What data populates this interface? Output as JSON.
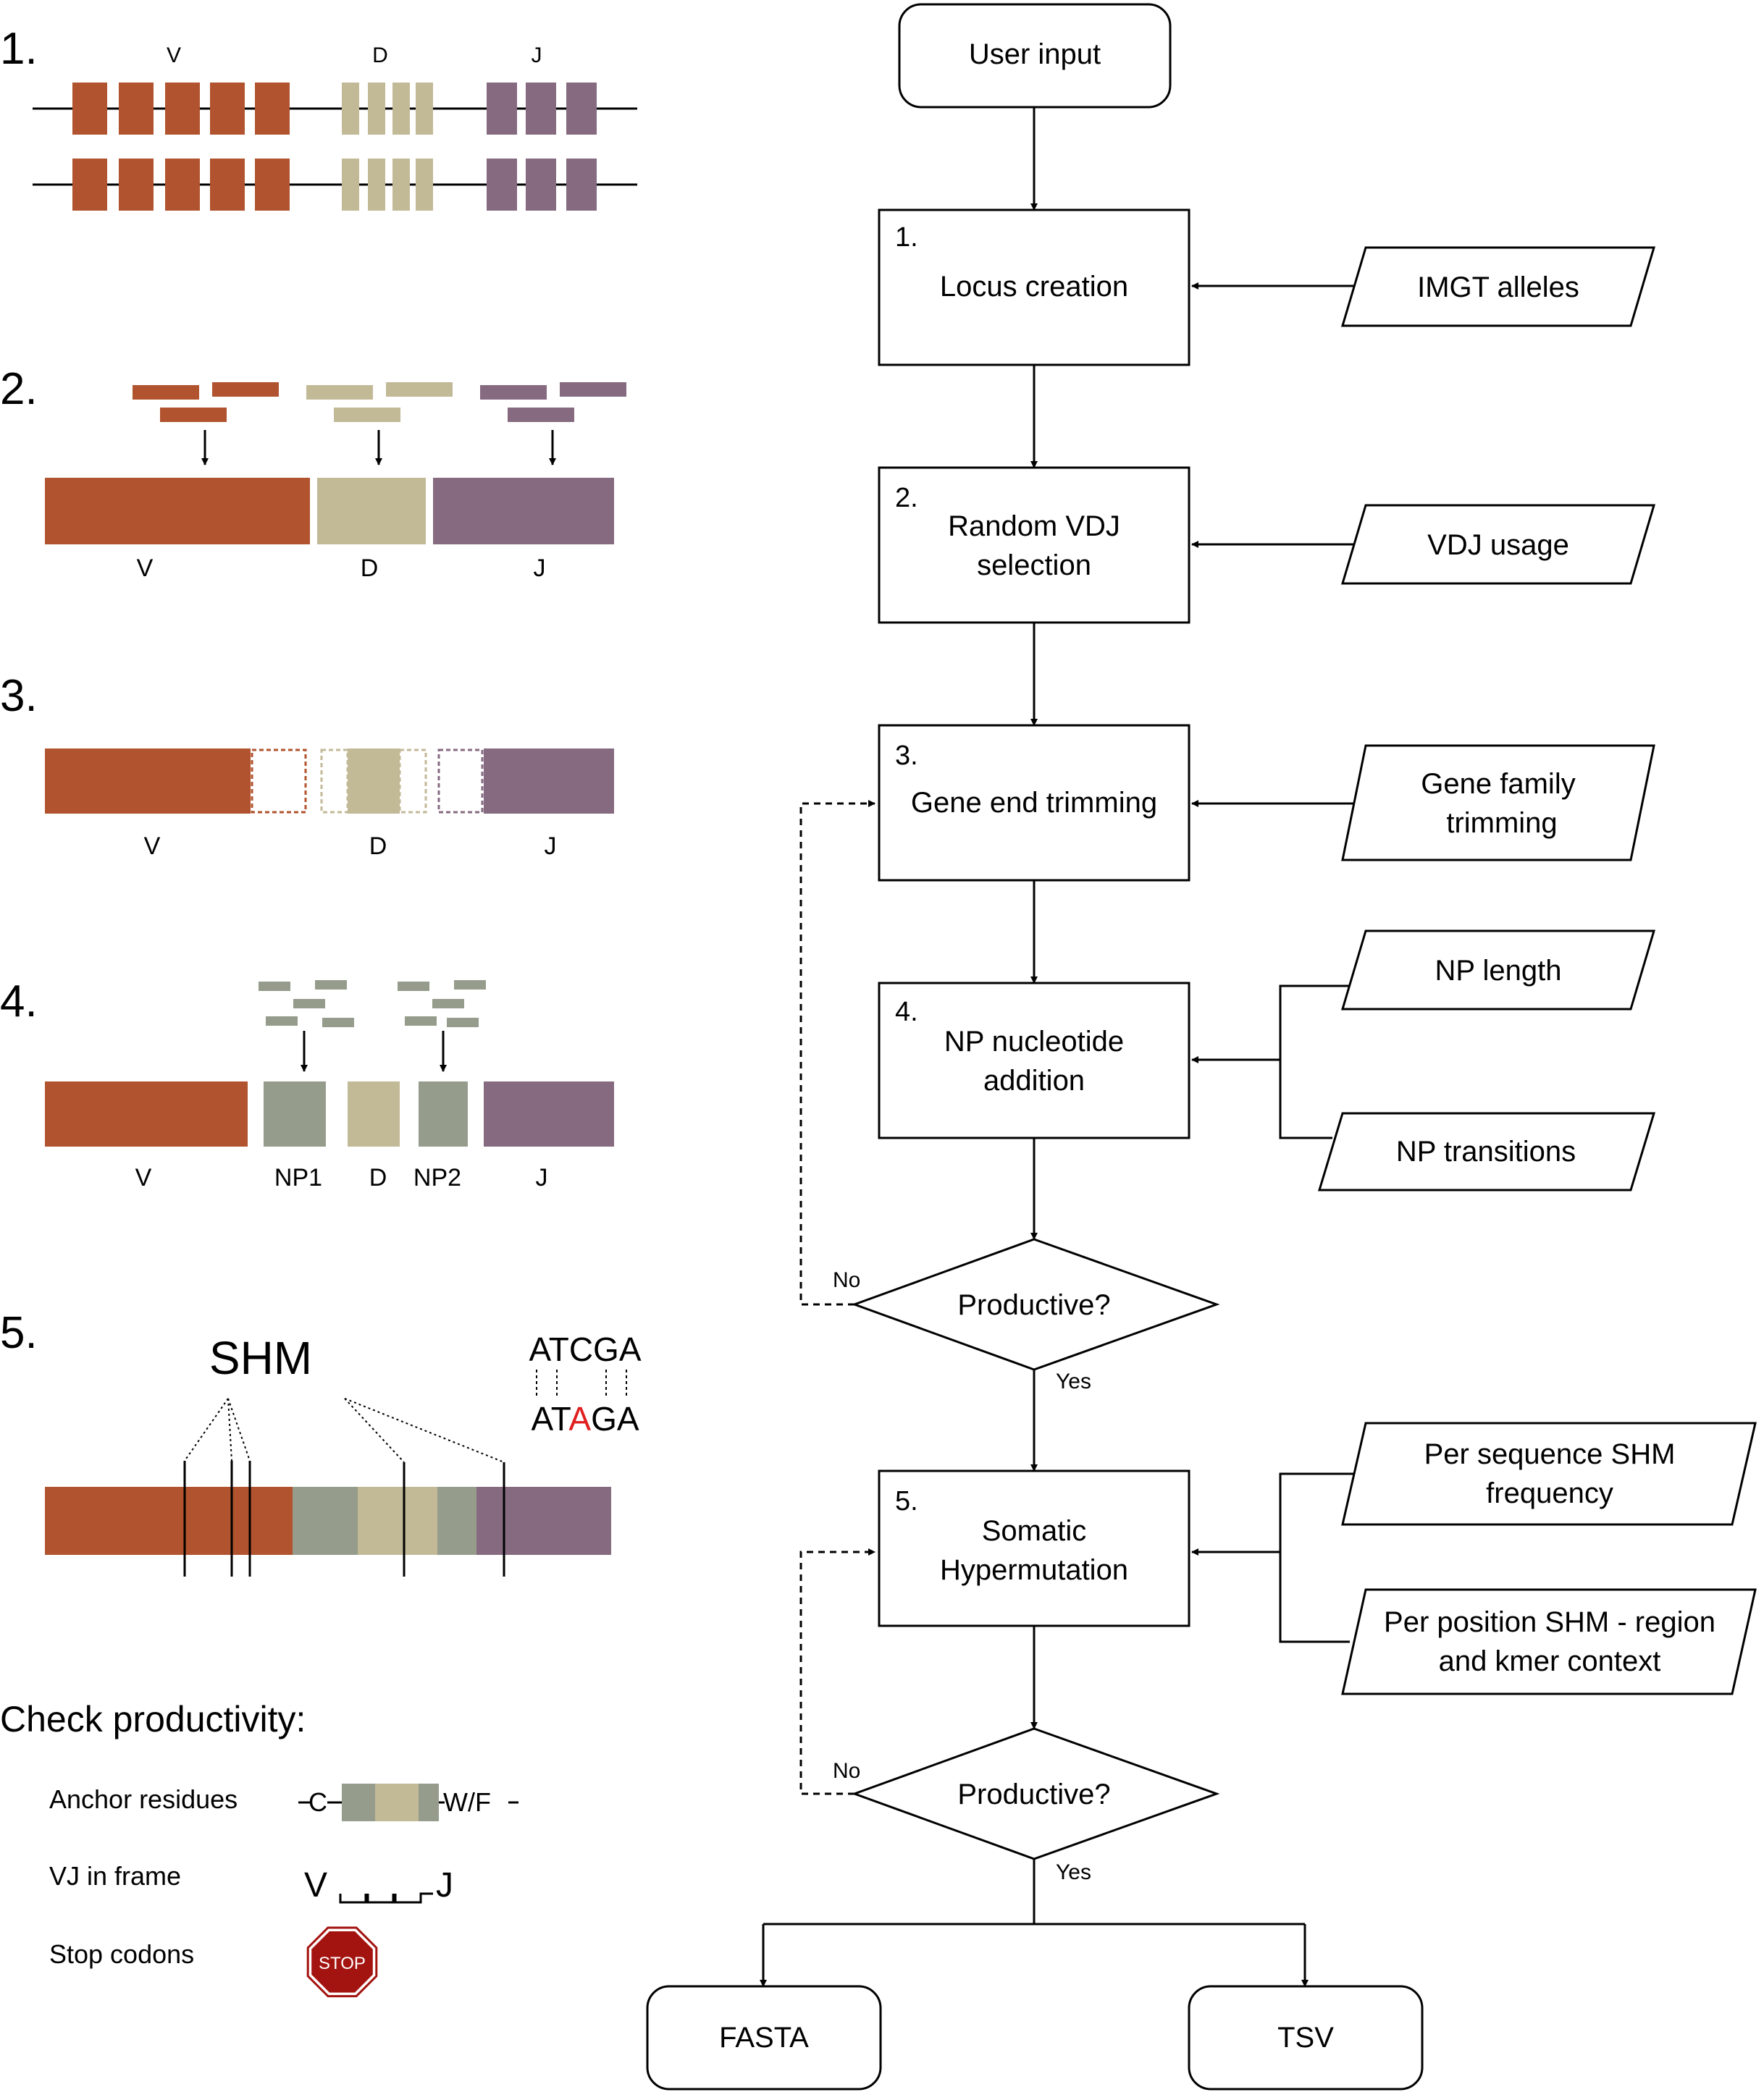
{
  "colors": {
    "v": "#b0532e",
    "d": "#c2b997",
    "j": "#866a80",
    "np": "#959c8c",
    "mutation": "#e02020",
    "stop_fill": "#a3130f",
    "stroke": "#000000"
  },
  "left_panel": {
    "step1": {
      "number": "1.",
      "v": "V",
      "d": "D",
      "j": "J"
    },
    "step2": {
      "number": "2.",
      "v": "V",
      "d": "D",
      "j": "J"
    },
    "step3": {
      "number": "3.",
      "v": "V",
      "d": "D",
      "j": "J"
    },
    "step4": {
      "number": "4.",
      "v": "V",
      "np1": "NP1",
      "d": "D",
      "np2": "NP2",
      "j": "J"
    },
    "step5": {
      "number": "5.",
      "shm": "SHM",
      "seq_top": "ATCGA",
      "seq_bottom_a": "AT",
      "seq_bottom_mut": "A",
      "seq_bottom_b": "GA"
    },
    "productivity": {
      "title": "Check productivity:",
      "anchor_label": "Anchor residues",
      "anchor_left": "C",
      "anchor_right": "W/F",
      "frame_label": "VJ in frame",
      "frame_v": "V",
      "frame_j": "J",
      "stop_label": "Stop codons",
      "stop_text": "STOP"
    }
  },
  "flowchart": {
    "user_input": "User input",
    "step1_num": "1.",
    "step1_label": "Locus creation",
    "step2_num": "2.",
    "step2_line1": "Random VDJ",
    "step2_line2": "selection",
    "step3_num": "3.",
    "step3_label": "Gene end trimming",
    "step4_num": "4.",
    "step4_line1": "NP nucleotide",
    "step4_line2": "addition",
    "decision1": "Productive?",
    "step5_num": "5.",
    "step5_line1": "Somatic",
    "step5_line2": "Hypermutation",
    "decision2": "Productive?",
    "no1": "No",
    "yes1": "Yes",
    "no2": "No",
    "yes2": "Yes",
    "out_fasta": "FASTA",
    "out_tsv": "TSV",
    "in_imgt": "IMGT alleles",
    "in_vdj": "VDJ usage",
    "in_trim_line1": "Gene family",
    "in_trim_line2": "trimming",
    "in_np_length": "NP length",
    "in_np_transitions": "NP transitions",
    "in_shm_freq_line1": "Per sequence SHM",
    "in_shm_freq_line2": "frequency",
    "in_shm_pos_line1": "Per position SHM - region",
    "in_shm_pos_line2": "and kmer context"
  }
}
